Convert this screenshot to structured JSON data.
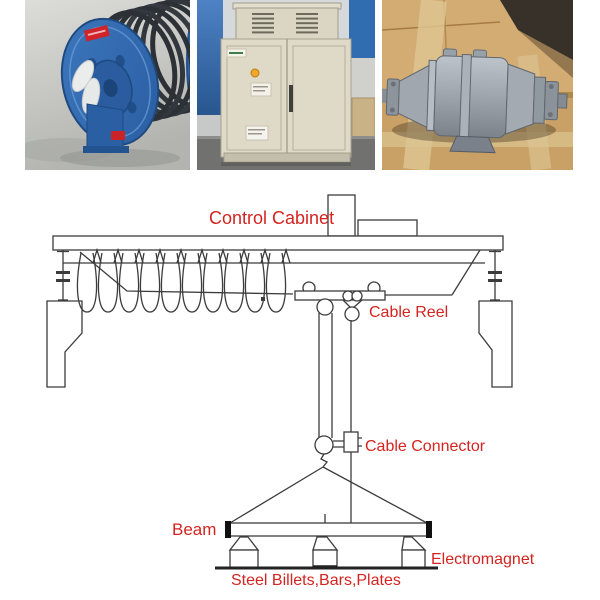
{
  "photos": [
    {
      "id": "cable-reel-photo",
      "description": "blue spring-driven cable reel wound with black cable on concrete floor"
    },
    {
      "id": "control-cabinet-photo",
      "description": "beige two-door electrical control cabinet with vented top box"
    },
    {
      "id": "cable-connector-photo",
      "description": "grey cylindrical cable connector lying on cardboard packing boxes"
    }
  ],
  "diagram": {
    "labels": {
      "control_cabinet": "Control Cabinet",
      "cable_reel": "Cable Reel",
      "cable_connector": "Cable Connector",
      "beam": "Beam",
      "electromagnet": "Electromagnet",
      "steel_billets": "Steel Billets,Bars,Plates"
    },
    "label_color": "#d42420",
    "line_color": "#3c3c3c"
  }
}
